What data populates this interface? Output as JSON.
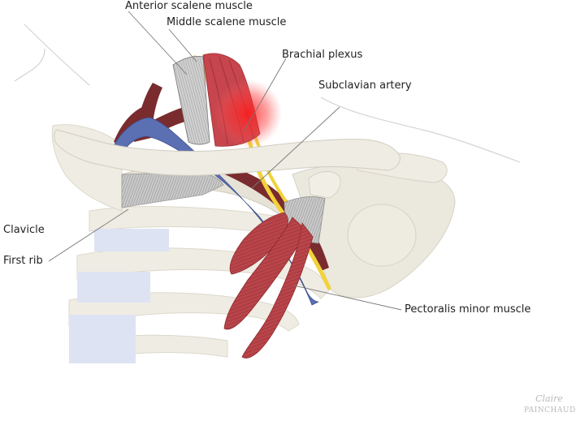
{
  "labels": {
    "anterior_scalene": "Anterior scalene muscle",
    "middle_scalene": "Middle scalene muscle",
    "brachial_plexus": "Brachial plexus",
    "subclavian_artery": "Subclavian artery",
    "clavicle": "Clavicle",
    "first_rib": "First rib",
    "pectoralis_minor": "Pectoralis minor muscle"
  },
  "signature": {
    "first": "Claire",
    "last": "PAINCHAUD"
  },
  "colors": {
    "bone": "#efece3",
    "bone_outline": "#d9d5c8",
    "cartilage": "#dde3f3",
    "vein": "#5b6fb3",
    "artery": "#7a2b2e",
    "nerve": "#f1d23a",
    "muscle": "#b8454a",
    "tendon": "#a8a8a8",
    "pain_glow": "#ff1a1a",
    "leader_line": "#777777"
  }
}
